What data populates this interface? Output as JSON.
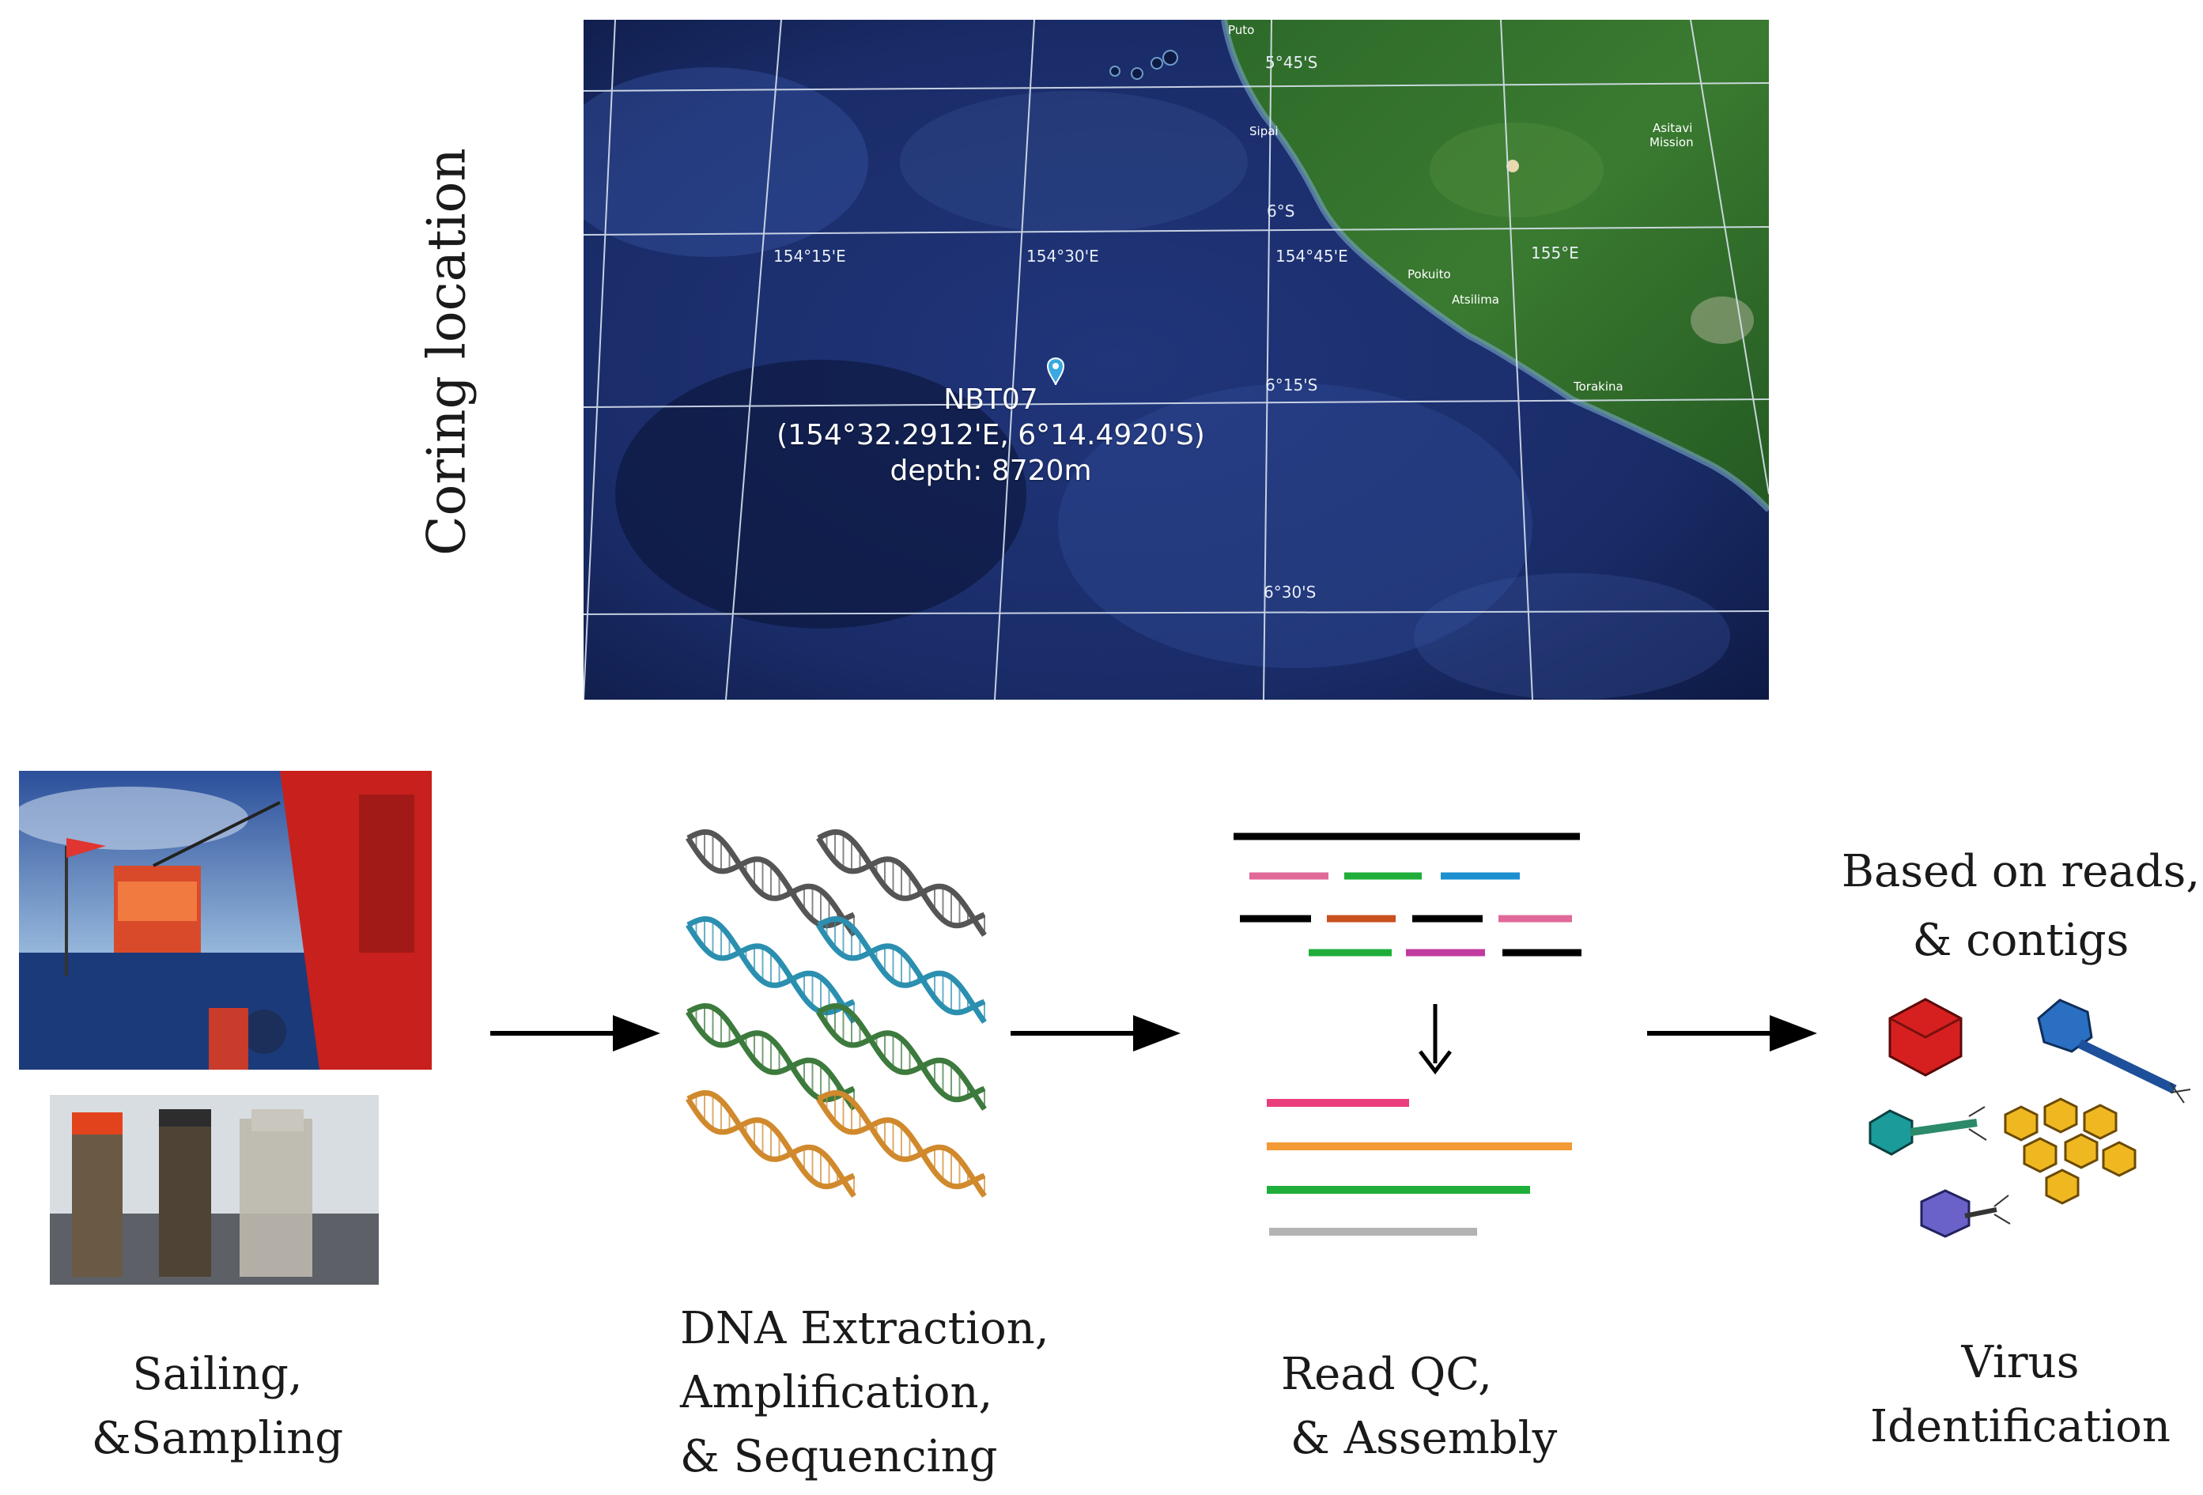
{
  "header": {
    "vertical_title": "Coring location"
  },
  "map": {
    "site_name": "NBT07",
    "site_coords": "(154°32.2912'E, 6°14.4920'S)",
    "site_depth": "depth: 8720m",
    "grid_labels": {
      "lon1": "154°15'E",
      "lon2": "154°30'E",
      "lon3": "154°45'E",
      "lon4": "155°E",
      "lat1": "5°45'S",
      "lat2": "6°S",
      "lat3": "6°15'S",
      "lat4": "6°30'S"
    },
    "places": {
      "puto": "Puto",
      "sipai": "Sipai",
      "asitavi": "Asitavi",
      "mission": "Mission",
      "pokuito": "Pokuito",
      "atsilima": "Atsilima",
      "torakina": "Torakina"
    },
    "colors": {
      "ocean_dark": "#0d1a44",
      "ocean_light": "#3d5bb0",
      "land": "#2f6e2a",
      "pin": "#3aa9e0"
    }
  },
  "workflow": {
    "steps": [
      {
        "caption_l1": "Sailing,",
        "caption_l2": "&Sampling"
      },
      {
        "caption_l1": "DNA Extraction,",
        "caption_l2": "Amplification,",
        "caption_l3": "& Sequencing"
      },
      {
        "caption_l1": "Read QC,",
        "caption_l2": "& Assembly"
      },
      {
        "caption_l1": "Virus",
        "caption_l2": "Identification"
      }
    ],
    "identification_note_l1": "Based on reads,",
    "identification_note_l2": "& contigs",
    "colors": {
      "pink": "#e0699a",
      "green": "#1fae3a",
      "blue": "#1b8fd0",
      "orange": "#f39a37",
      "brown": "#c8511f",
      "grey": "#b3b3b3",
      "dna_teal": "#2b8fb0",
      "dna_green": "#3d7a3d",
      "dna_orange": "#d0892c"
    }
  }
}
